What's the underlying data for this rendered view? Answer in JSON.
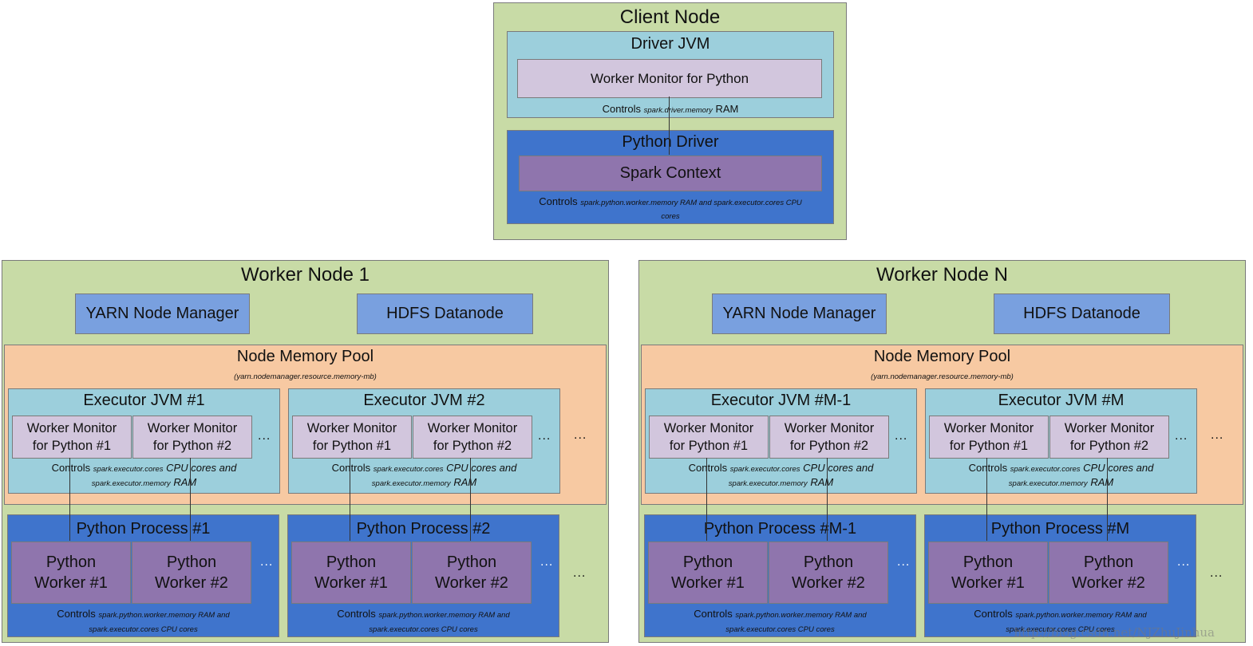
{
  "client": {
    "title": "Client Node",
    "driver_jvm": "Driver JVM",
    "worker_monitor": "Worker Monitor for Python",
    "driver_controls": "Controls",
    "driver_param": "spark.driver.memory",
    "driver_unit": "RAM",
    "python_driver": "Python Driver",
    "spark_context": "Spark Context",
    "py_controls": "Controls",
    "py_param_line1": "spark.python.worker.memory RAM and spark.executor.cores CPU",
    "py_param_line2": "cores"
  },
  "common": {
    "yarn": "YARN Node Manager",
    "hdfs": "HDFS Datanode",
    "pool": "Node Memory Pool",
    "pool_param": "(yarn.nodemanager.resource.memory-mb)",
    "wm1_line1": "Worker Monitor",
    "wm1_line2": "for Python #1",
    "wm2_line1": "Worker Monitor",
    "wm2_line2": "for Python #2",
    "controls": "Controls",
    "exec_param1": "spark.executor.cores",
    "exec_text1": "CPU cores and",
    "exec_param2": "spark.executor.memory",
    "exec_text2": "RAM",
    "pw_line1": "Python",
    "pw1_line2": "Worker #1",
    "pw2_line2": "Worker #2",
    "proc_param1": "spark.python.worker.memory RAM and",
    "proc_param2": "spark.executor.cores CPU cores",
    "ellipsis": "..."
  },
  "worker1": {
    "title": "Worker Node 1",
    "exec_a": "Executor JVM #1",
    "exec_b": "Executor JVM #2",
    "proc_a": "Python Process #1",
    "proc_b": "Python Process #2"
  },
  "workerN": {
    "title": "Worker Node N",
    "exec_a": "Executor JVM #M-1",
    "exec_b": "Executor JVM #M",
    "proc_a": "Python Process #M-1",
    "proc_b": "Python Process #M"
  },
  "watermark": "http://blog.csdn.net/NJZhuJinhua"
}
